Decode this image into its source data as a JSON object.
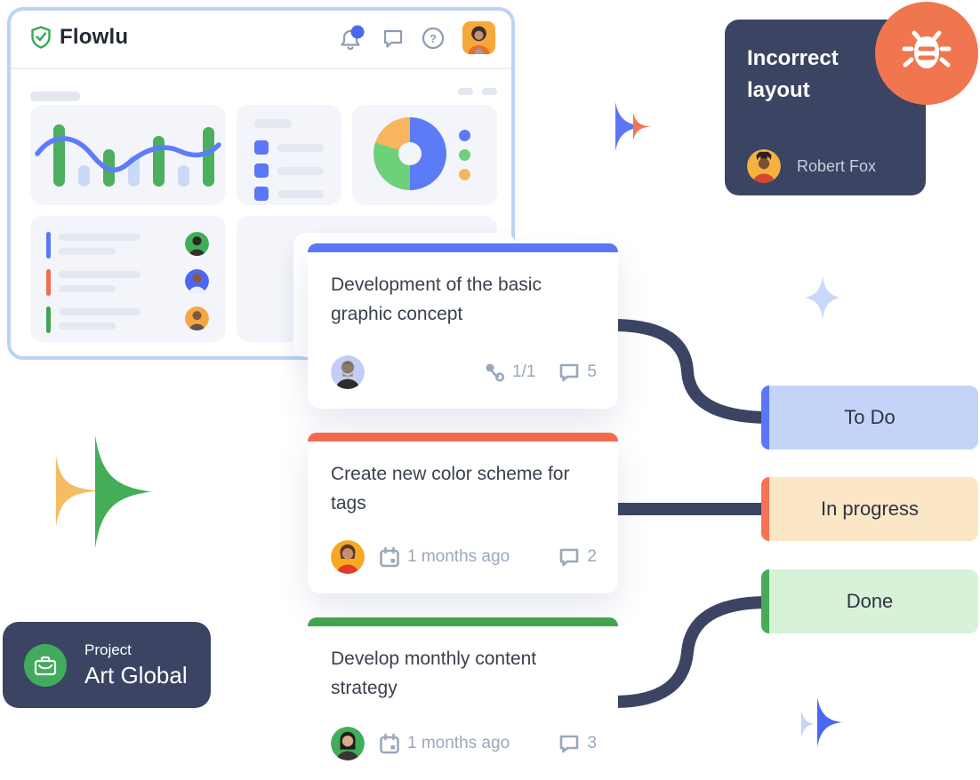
{
  "brand": {
    "name": "Flowlu"
  },
  "header": {
    "icons": [
      "bell-icon",
      "chat-icon",
      "help-icon",
      "user-avatar"
    ],
    "notification_dot_color": "#4a67f5"
  },
  "dashboard": {
    "widgets": [
      "bar-line-chart",
      "task-list",
      "donut-chart",
      "assignee-list"
    ],
    "donut_colors": [
      "#5b7bf7",
      "#6ed17a",
      "#f8b55f"
    ],
    "bar_colors": [
      "#4caf5e",
      "#c9d9f8"
    ],
    "row_accent_colors": [
      "#5b76f7",
      "#f26b4f",
      "#43a353"
    ]
  },
  "tasks": [
    {
      "title": "Development of the basic graphic concept",
      "accent": "#5b76f7",
      "subtasks": "1/1",
      "comments": "5"
    },
    {
      "title": "Create new color scheme for tags",
      "accent": "#f26b4f",
      "date": "1 months ago",
      "comments": "2"
    },
    {
      "title": "Develop monthly content strategy",
      "accent": "#43a353",
      "date": "1 months ago",
      "comments": "3"
    }
  ],
  "statuses": [
    {
      "label": "To Do",
      "bg": "#c4d4f9",
      "accent": "#5b76f7"
    },
    {
      "label": "In progress",
      "bg": "#fbe6c5",
      "accent": "#f87254"
    },
    {
      "label": "Done",
      "bg": "#d6f2d9",
      "accent": "#47ab58"
    }
  ],
  "bug_card": {
    "title": "Incorrect layout",
    "user": "Robert Fox",
    "badge": "bug-icon",
    "badge_color": "#f0764f"
  },
  "project_card": {
    "label": "Project",
    "name": "Art Global"
  }
}
